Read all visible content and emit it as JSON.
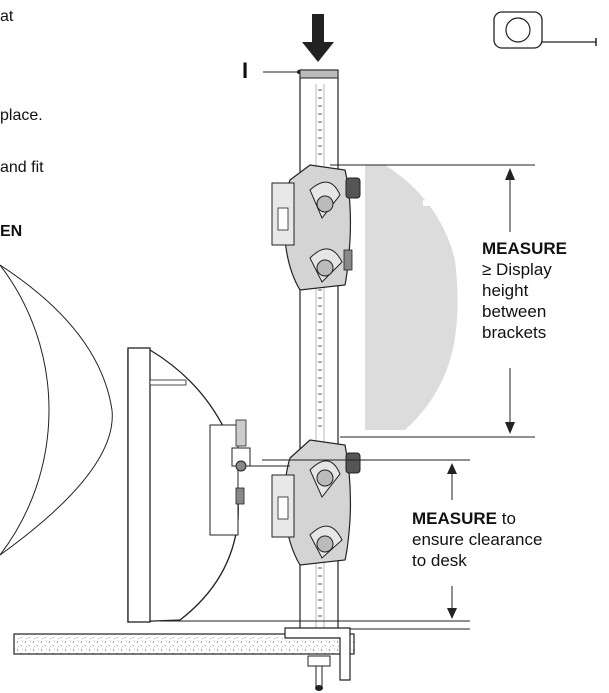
{
  "left_text": {
    "line_1": "at",
    "line_2": "place.",
    "line_3": "and fit",
    "line_4": "EN"
  },
  "callout": "I",
  "measure_upper": {
    "keyword": "MEASURE",
    "line_1": "≥ Display",
    "line_2": "height",
    "line_3": "between",
    "line_4": "brackets"
  },
  "measure_lower": {
    "keyword": "MEASURE",
    "keyword_suffix": " to",
    "line_1": "ensure clearance",
    "line_2": "to desk"
  },
  "icons": {
    "tape_measure": "tape-measure-icon",
    "down_arrow": "down-arrow-icon"
  }
}
